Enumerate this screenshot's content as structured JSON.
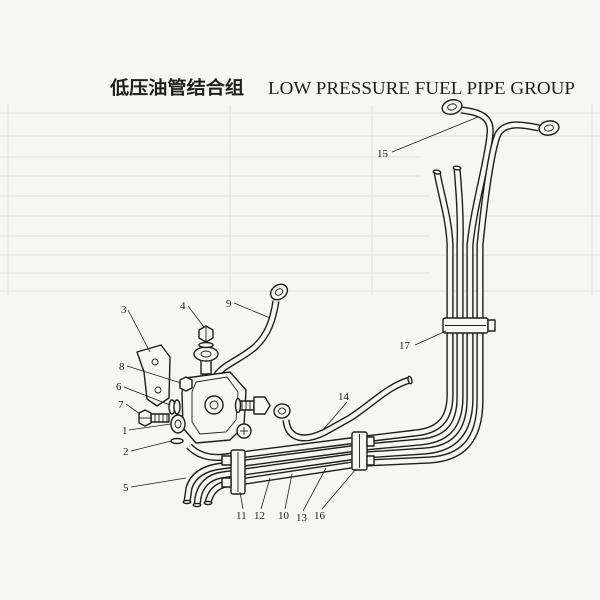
{
  "title": {
    "zh": "低压油管结合组",
    "en": "LOW PRESSURE FUEL PIPE GROUP"
  },
  "callouts": [
    "1",
    "2",
    "3",
    "4",
    "5",
    "6",
    "7",
    "8",
    "9",
    "10",
    "11",
    "12",
    "13",
    "14",
    "15",
    "16",
    "17"
  ],
  "colors": {
    "ink": "#1e1e1e",
    "paper": "#f6f6f3",
    "faint_lines": "#deded9"
  }
}
